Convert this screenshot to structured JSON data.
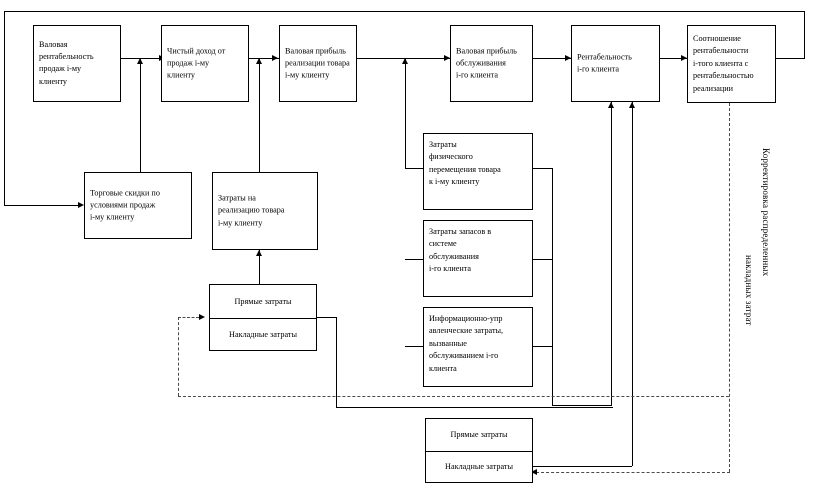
{
  "diagram": {
    "title_vertical_line1": "Корректировка распределенных",
    "title_vertical_line2": "накладных затрат",
    "boxes": {
      "gross_profitability_sales": "Валовая\nрентабельность\nпродаж i-му\nклиенту",
      "net_income_sales": "Чистый доход от\nпродаж i-му\nклиенту",
      "gross_profit_goods": "Валовая прибыль\nреализации товара\ni-му клиенту",
      "gross_profit_service": "Валовая прибыль\nобслуживания\ni-го клиента",
      "profitability_client": "Рентабельность\ni-го клиента",
      "ratio_profitability": "Соотношение\nрентабельности\ni-того клиента с\nрентабельностью\nреализации",
      "trade_discounts": "Торговые скидки по\nусловиями продаж\ni-му клиенту",
      "sales_costs": "Затраты на\nреализацию товара\ni-му клиенту",
      "physical_movement_costs": "Затраты\nфизического\nперемещения товара\nк i-му клиенту",
      "inventory_costs": "Затраты запасов в\nсистеме\nобслуживания\ni-го клиента",
      "info_management_costs": "Информационно-упр\nавленческие затраты,\nвызванные\nобслуживанием i-го\nклиента"
    },
    "cost_split_upper": {
      "direct": "Прямые затраты",
      "overhead": "Накладные затраты"
    },
    "cost_split_lower": {
      "direct": "Прямые затраты",
      "overhead": "Накладные затраты"
    },
    "colors": {
      "stroke": "#000000",
      "dashed_stroke": "#4a4a4a",
      "background": "#ffffff"
    }
  }
}
